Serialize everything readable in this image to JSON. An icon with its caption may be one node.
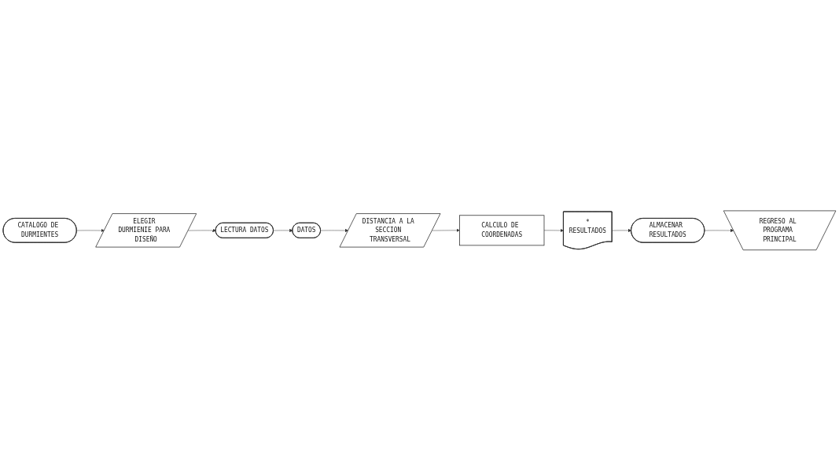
{
  "diagram": {
    "nodes": [
      {
        "text": [
          "CATALOGO DE DURMIENTES"
        ]
      },
      {
        "text": [
          "ELEGIR DURMIENIE PARA DISEÑO"
        ]
      },
      {
        "text": [
          "LECTURA DATOS"
        ]
      },
      {
        "text": [
          "DATOS"
        ]
      },
      {
        "text": [
          "DISTANCIA A LA SECCION TRANSVERSAL"
        ]
      },
      {
        "text": [
          "ALMACENAR RESULTADOS"
        ]
      },
      {
        "text": [
          "*",
          "RESULTADOS"
        ]
      },
      {
        "text": [
          "CALCULO DE COORDENADAS"
        ]
      },
      {
        "text": [
          "REGRESO AL PROGRAMA PRINCIPAL"
        ]
      }
    ],
    "edges": [
      {
        "from": 0,
        "to": 1,
        "arrow": "to"
      },
      {
        "from": 1,
        "to": 2,
        "arrow": "to"
      },
      {
        "from": 2,
        "to": 3,
        "arrow": "to"
      },
      {
        "from": 3,
        "to": 4,
        "arrow": "to"
      },
      {
        "from": 4,
        "to": 7,
        "arrow": "to"
      },
      {
        "from": 7,
        "to": 6,
        "arrow": "to"
      },
      {
        "from": 6,
        "to": 5,
        "arrow": "to"
      },
      {
        "from": 5,
        "to": 8,
        "arrow": "to"
      }
    ]
  }
}
